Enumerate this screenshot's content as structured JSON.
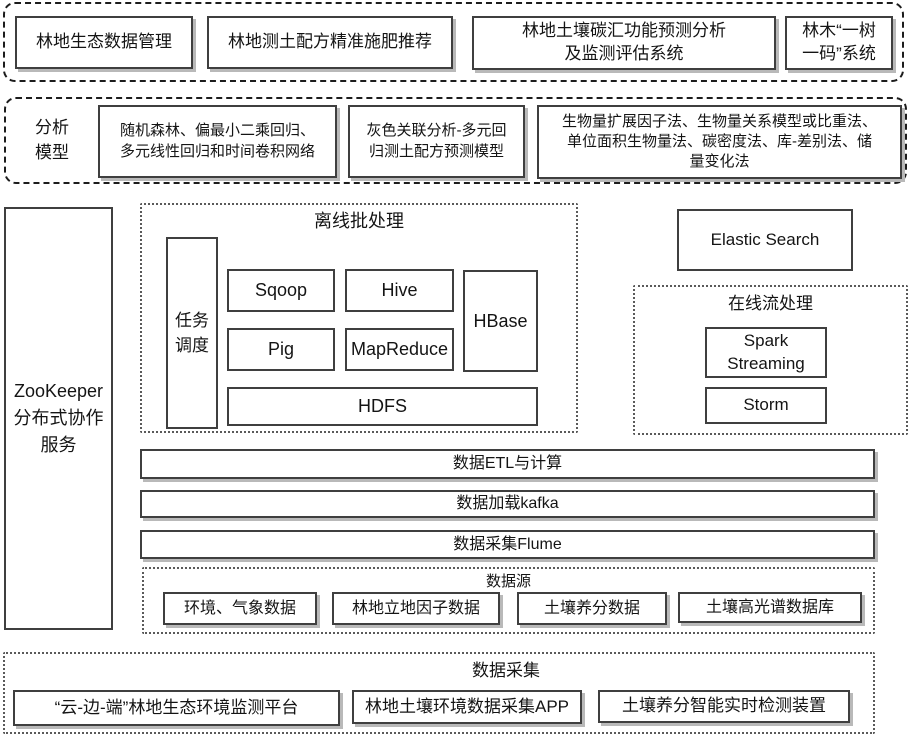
{
  "applications": {
    "items": [
      "林地生态数据管理",
      "林地测土配方精准施肥推荐",
      "林地土壤碳汇功能预测分析\n及监测评估系统",
      "林木“一树\n一码”系统"
    ]
  },
  "analysis_models": {
    "label": "分析\n模型",
    "items": [
      "随机森林、偏最小二乘回归、\n多元线性回归和时间卷积网络",
      "灰色关联分析-多元回\n归测土配方预测模型",
      "生物量扩展因子法、生物量关系模型或比重法、\n单位面积生物量法、碳密度法、库-差别法、储\n量变化法"
    ]
  },
  "zookeeper": {
    "label": "ZooKeeper\n分布式协作\n服务"
  },
  "offline_batch": {
    "title": "离线批处理",
    "task_scheduler": "任务\n调度",
    "components": {
      "sqoop": "Sqoop",
      "hive": "Hive",
      "hbase": "HBase",
      "pig": "Pig",
      "mapreduce": "MapReduce",
      "hdfs": "HDFS"
    }
  },
  "elastic_search": {
    "label": "Elastic Search"
  },
  "online_stream": {
    "title": "在线流处理",
    "components": {
      "spark_streaming": "Spark\nStreaming",
      "storm": "Storm"
    }
  },
  "pipeline_layers": {
    "etl": "数据ETL与计算",
    "kafka": "数据加载kafka",
    "flume": "数据采集Flume"
  },
  "data_sources": {
    "title": "数据源",
    "items": [
      "环境、气象数据",
      "林地立地因子数据",
      "土壤养分数据",
      "土壤高光谱数据库"
    ]
  },
  "data_collection": {
    "title": "数据采集",
    "items": [
      "“云-边-端”林地生态环境监测平台",
      "林地土壤环境数据采集APP",
      "土壤养分智能实时检测装置"
    ]
  },
  "colors": {
    "background": "#ffffff",
    "text": "#141414",
    "box_border": "#3f3f3f",
    "dashed_border": "#1c1c1c",
    "dotted_border": "#5a5a5a",
    "shadow": "#b9b9b9"
  }
}
